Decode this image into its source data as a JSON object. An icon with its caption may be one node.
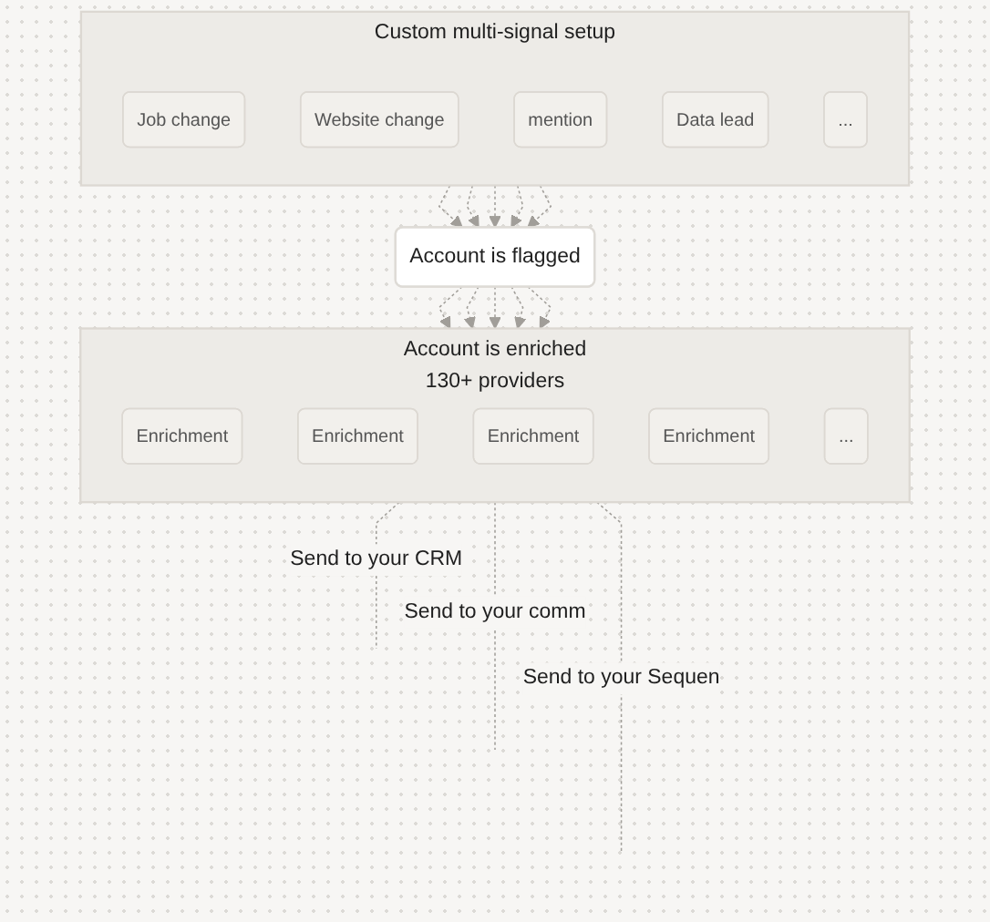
{
  "diagram": {
    "nodes": [
      {
        "text": [
          "Custom multi-signal setup"
        ]
      },
      {
        "text": [
          "Job change"
        ],
        "in": 0
      },
      {
        "text": [
          "Website change"
        ],
        "in": 0
      },
      {
        "text": [
          "mention"
        ],
        "in": 0
      },
      {
        "text": [
          "Data lead"
        ],
        "in": 0
      },
      {
        "text": [
          "..."
        ],
        "in": 0
      },
      {
        "text": [
          "Account is flagged"
        ]
      },
      {
        "text": [
          "Account is enriched",
          "130+ providers"
        ]
      },
      {
        "text": [
          "Enrichment"
        ],
        "in": 7
      },
      {
        "text": [
          "Enrichment"
        ],
        "in": 7
      },
      {
        "text": [
          "Enrichment"
        ],
        "in": 7
      },
      {
        "text": [
          "Enrichment"
        ],
        "in": 7
      },
      {
        "text": [
          "..."
        ],
        "in": 7
      }
    ],
    "edges": [
      {
        "from": 0,
        "to": 6,
        "arrow": "to",
        "style": "dashed"
      },
      {
        "from": 0,
        "to": 6,
        "arrow": "to",
        "style": "dashed"
      },
      {
        "from": 0,
        "to": 6,
        "arrow": "to",
        "style": "dashed"
      },
      {
        "from": 0,
        "to": 6,
        "arrow": "to",
        "style": "dashed"
      },
      {
        "from": 0,
        "to": 6,
        "arrow": "to",
        "style": "dashed"
      },
      {
        "from": 6,
        "to": 7,
        "arrow": "to",
        "style": "dashed"
      },
      {
        "from": 6,
        "to": 7,
        "arrow": "to",
        "style": "dashed"
      },
      {
        "from": 6,
        "to": 7,
        "arrow": "to",
        "style": "dashed"
      },
      {
        "from": 6,
        "to": 7,
        "arrow": "to",
        "style": "dashed"
      },
      {
        "from": 6,
        "to": 7,
        "arrow": "to",
        "style": "dashed"
      },
      {
        "from": 7,
        "to": null,
        "arrow": "none",
        "style": "dashed",
        "label": "Send to your CRM"
      },
      {
        "from": 7,
        "to": null,
        "arrow": "none",
        "style": "dashed",
        "label": "Send to your comm"
      },
      {
        "from": 7,
        "to": null,
        "arrow": "none",
        "style": "dashed",
        "label": "Send to your Sequen"
      }
    ]
  }
}
